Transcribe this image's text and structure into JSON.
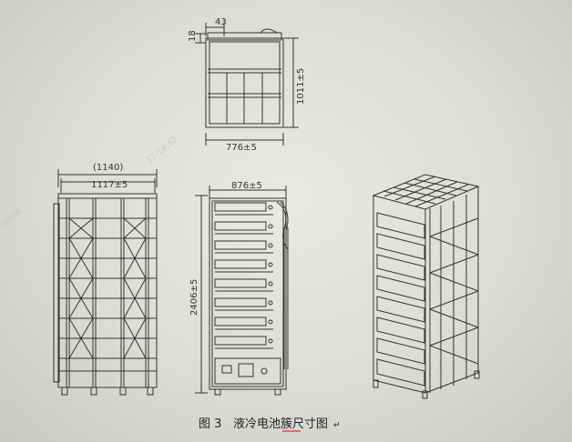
{
  "top_view": {
    "dim_top": "43",
    "dim_left": "18",
    "dim_right": "1011±5",
    "dim_bottom": "776±5"
  },
  "side_view": {
    "dim_outer": "(1140)",
    "dim_inner": "1117±5"
  },
  "front_view": {
    "dim_width": "876±5",
    "dim_height": "2406±5"
  },
  "caption": {
    "figure": "图 3",
    "title": "液冷电池簇尺寸图"
  },
  "watermark": {
    "left": "10096",
    "diag": "17:14:32"
  },
  "colors": {
    "line": "#333333",
    "caption_underline": "#d43a3a"
  }
}
